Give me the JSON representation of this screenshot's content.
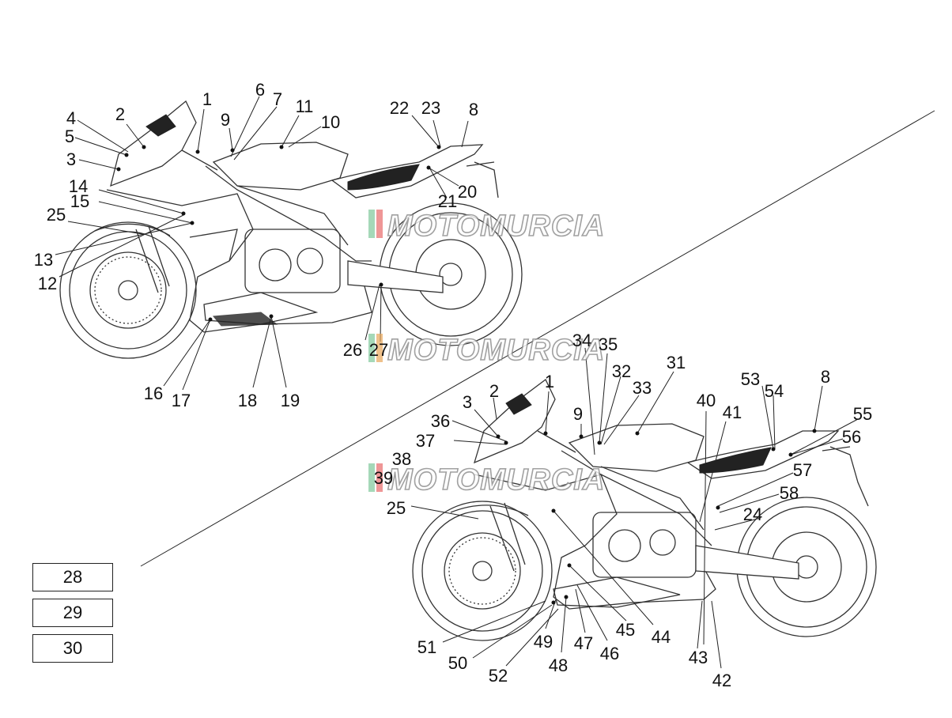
{
  "diagram": {
    "top_view_labels": [
      "1",
      "2",
      "3",
      "4",
      "5",
      "6",
      "7",
      "8",
      "9",
      "10",
      "11",
      "12",
      "13",
      "14",
      "15",
      "16",
      "17",
      "18",
      "19",
      "20",
      "21",
      "22",
      "23",
      "25",
      "26",
      "27"
    ],
    "bottom_view_labels": [
      "1",
      "2",
      "3",
      "8",
      "9",
      "24",
      "25",
      "31",
      "32",
      "33",
      "34",
      "35",
      "36",
      "37",
      "38",
      "39",
      "40",
      "41",
      "42",
      "43",
      "44",
      "45",
      "46",
      "47",
      "48",
      "49",
      "50",
      "51",
      "52",
      "53",
      "54",
      "55",
      "56",
      "57",
      "58"
    ],
    "separate_parts": [
      "28",
      "29",
      "30"
    ],
    "watermark": "MOTOMURCIA"
  }
}
